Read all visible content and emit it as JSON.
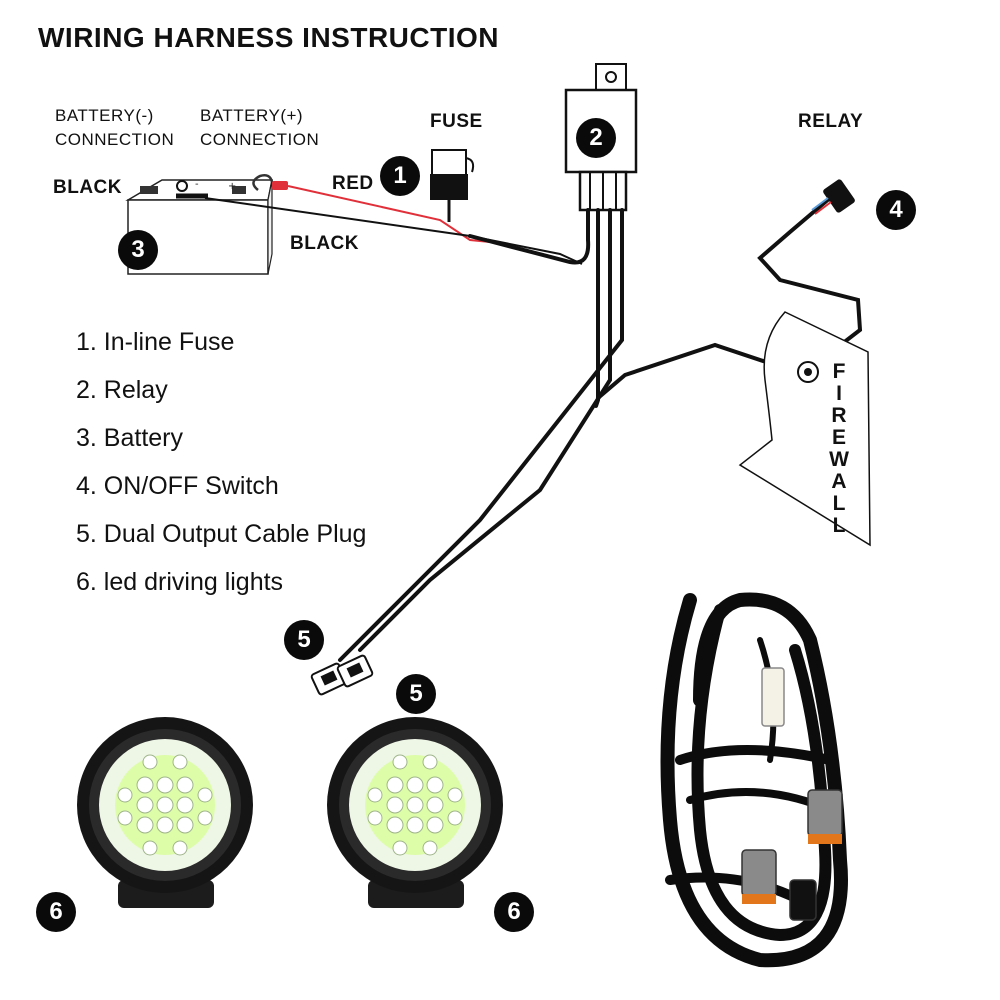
{
  "title": "WIRING HARNESS INSTRUCTION",
  "labels": {
    "battery_negative": [
      "BATTERY(-)",
      "CONNECTION"
    ],
    "battery_positive": [
      "BATTERY(+)",
      "CONNECTION"
    ],
    "fuse": "FUSE",
    "relay": "RELAY",
    "red": "RED",
    "black_top": "BLACK",
    "black_wire": "BLACK",
    "firewall": [
      "F",
      "I",
      "R",
      "E",
      "W",
      "A",
      "L",
      "L"
    ]
  },
  "badges": {
    "fuse": "1",
    "relay": "2",
    "battery": "3",
    "switch": "4",
    "plug_left": "5",
    "plug_right": "5",
    "light_left": "6",
    "light_right": "6"
  },
  "legend": [
    "1. In-line Fuse",
    "2. Relay",
    "3. Battery",
    "4. ON/OFF Switch",
    "5. Dual Output Cable Plug",
    "6. led driving lights"
  ],
  "colors": {
    "wire_black": "#111111",
    "wire_red": "#e0303a",
    "badge": "#0a0a0a",
    "led_glow": "#d9ff9a",
    "connector_orange": "#e2761b"
  }
}
